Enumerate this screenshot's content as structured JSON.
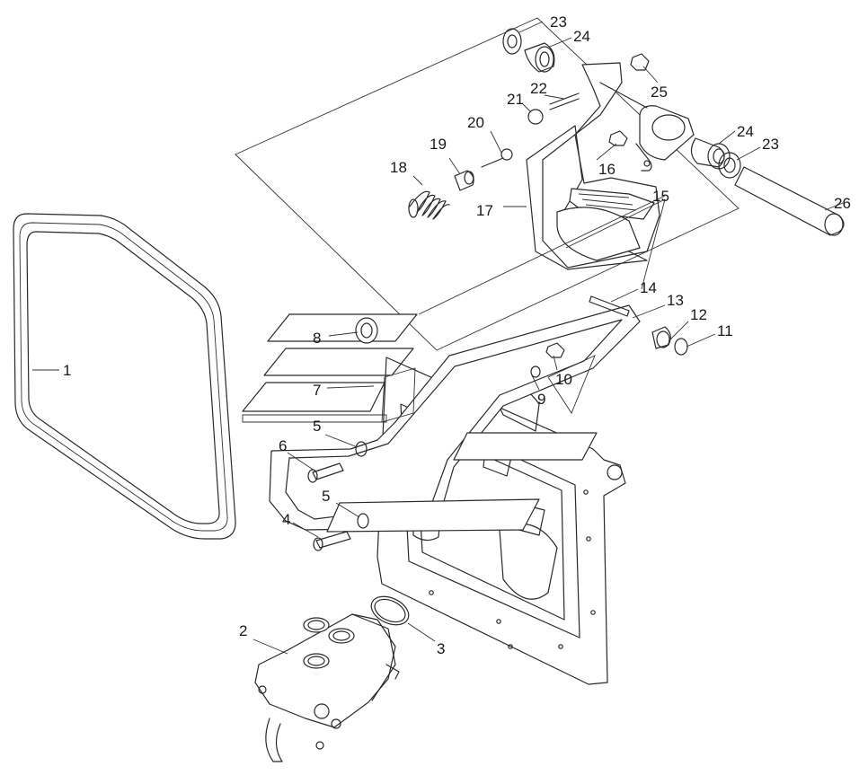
{
  "labels": {
    "l1": "1",
    "l2": "2",
    "l3": "3",
    "l4": "4",
    "l5a": "5",
    "l5b": "5",
    "l6": "6",
    "l7": "7",
    "l8": "8",
    "l9": "9",
    "l10": "10",
    "l11": "11",
    "l12": "12",
    "l13": "13",
    "l14": "14",
    "l15": "15",
    "l16": "16",
    "l17": "17",
    "l18": "18",
    "l19": "19",
    "l20": "20",
    "l21": "21",
    "l22": "22",
    "l23a": "23",
    "l23b": "23",
    "l24a": "24",
    "l24b": "24",
    "l25": "25",
    "l26": "26"
  }
}
